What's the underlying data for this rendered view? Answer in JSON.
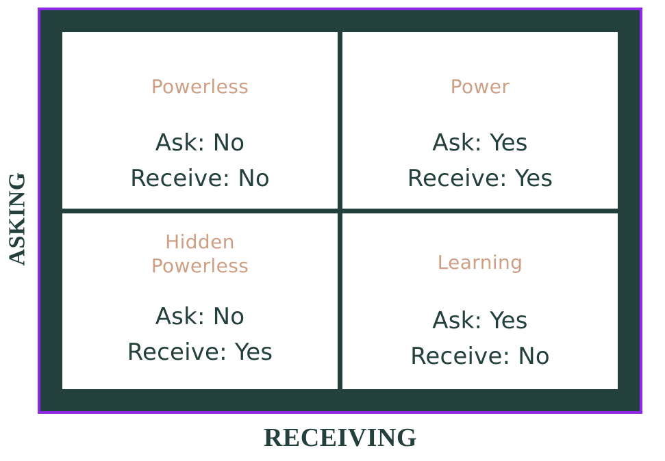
{
  "axes": {
    "y_label": "ASKING",
    "x_label": "RECEIVING"
  },
  "colors": {
    "outer_border": "#8b2be8",
    "frame": "#24403c",
    "title_text": "#ce9f84",
    "body_text": "#24403c",
    "background": "#ffffff"
  },
  "matrix": {
    "quadrants": [
      {
        "position": "top-left",
        "title": "Powerless",
        "ask_line": "Ask: No",
        "receive_line": "Receive: No"
      },
      {
        "position": "top-right",
        "title": "Power",
        "ask_line": "Ask: Yes",
        "receive_line": "Receive: Yes"
      },
      {
        "position": "bottom-left",
        "title": "Hidden\nPowerless",
        "ask_line": "Ask: No",
        "receive_line": "Receive: Yes"
      },
      {
        "position": "bottom-right",
        "title": "Learning",
        "ask_line": "Ask: Yes",
        "receive_line": "Receive: No"
      }
    ]
  }
}
